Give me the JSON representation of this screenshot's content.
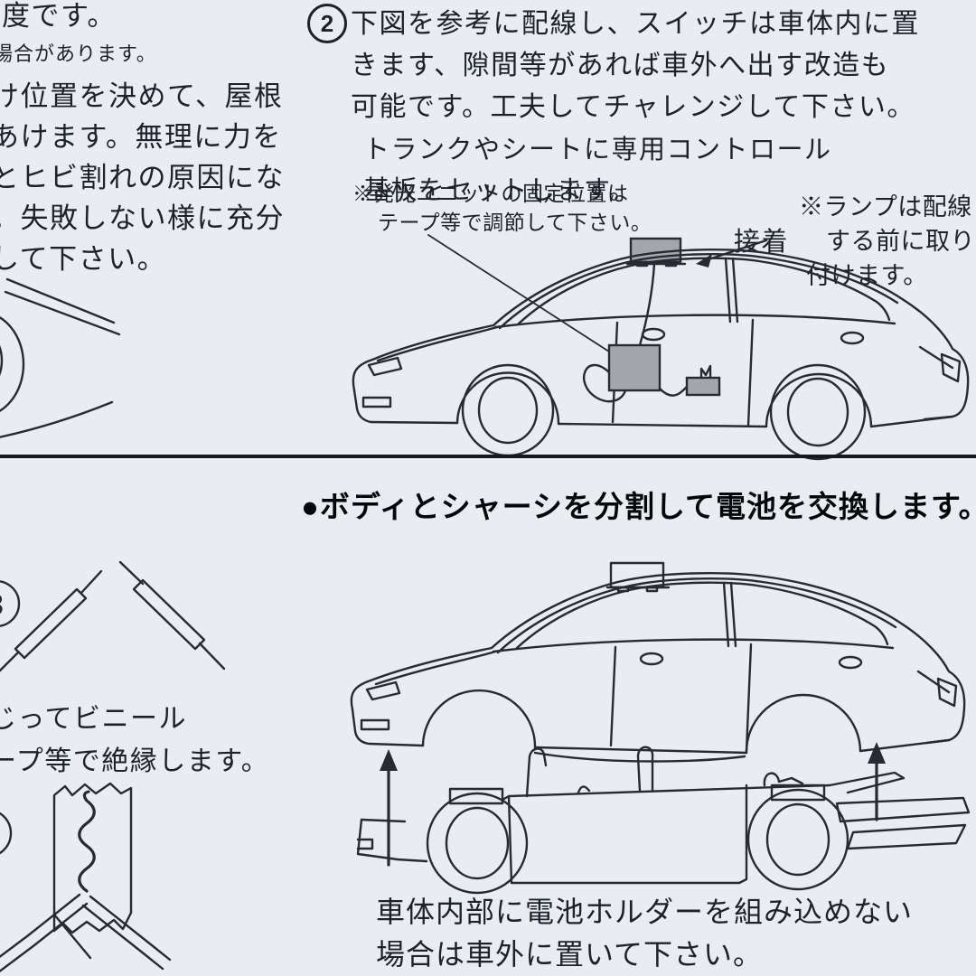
{
  "page": {
    "bg_color": "#e9ecf1",
    "ink_color": "#1c222b",
    "gray_fill": "#a3a7ad"
  },
  "top_left": {
    "line1": "度です。",
    "line2": "場合があります。",
    "paragraph_lines": [
      "け位置を決めて、屋根",
      "あけます。無理に力を",
      "とヒビ割れの原因にな",
      "。失敗しない様に充分",
      "して下さい。"
    ]
  },
  "step2": {
    "number_digit": "2",
    "lines": [
      "下図を参考に配線し、スイッチは車体内に置",
      "きます、隙間等があれば車外へ出す改造も",
      "可能です。工夫してチャレンジして下さい。"
    ],
    "sub_lines": [
      "トランクやシートに専用コントロール",
      "基板をセットします。"
    ]
  },
  "upper_diagram": {
    "note_unit_line1": "※発光ユニットの固定位置は",
    "note_unit_line2": "テープ等で調節して下さい。",
    "label_adhesive": "接着",
    "note_lamp_line1": "※ランプは配線",
    "note_lamp_line2": "する前に取り",
    "note_lamp_line3": "付けます。"
  },
  "battery_section": {
    "heading": "●ボディとシャーシを分割して電池を交換します。",
    "caption_line1": "車体内部に電池ホルダーを組み込めない",
    "caption_line2": "場合は車外に置いて下さい。"
  },
  "bottom_left": {
    "step_digit": "3",
    "line1": "じってビニール",
    "line2": "ープ等で絶縁します。"
  }
}
